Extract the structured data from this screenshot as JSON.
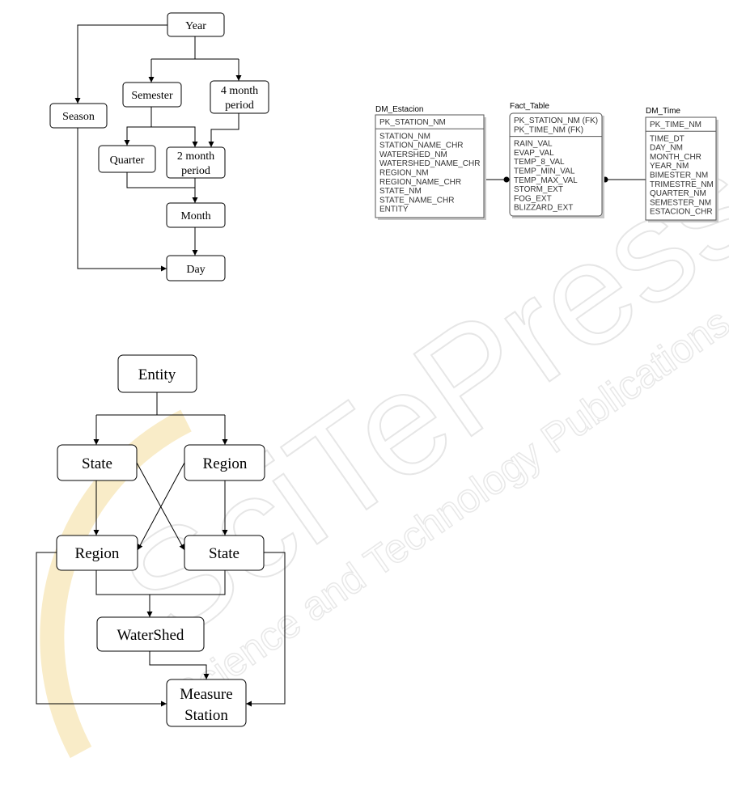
{
  "watermark": {
    "brand": "SciTePress",
    "tagline": "Science and Technology Publications",
    "ring_color": "#f5d98a"
  },
  "time_hierarchy": {
    "year": "Year",
    "season": "Season",
    "semester": "Semester",
    "four_month": [
      "4 month",
      "period"
    ],
    "quarter": "Quarter",
    "two_month": [
      "2 month",
      "period"
    ],
    "month": "Month",
    "day": "Day"
  },
  "er_diagram": {
    "tables": [
      {
        "id": "dm_estacion",
        "name": "DM_Estacion",
        "keys": [
          "PK_STATION_NM"
        ],
        "fields": [
          "STATION_NM",
          "STATION_NAME_CHR",
          "WATERSHED_NM",
          "WATERSHED_NAME_CHR",
          "REGION_NM",
          "REGION_NAME_CHR",
          "STATE_NM",
          "STATE_NAME_CHR",
          "ENTITY"
        ]
      },
      {
        "id": "fact_table",
        "name": "Fact_Table",
        "keys": [
          "PK_STATION_NM (FK)",
          "PK_TIME_NM (FK)"
        ],
        "fields": [
          "RAIN_VAL",
          "EVAP_VAL",
          "TEMP_8_VAL",
          "TEMP_MIN_VAL",
          "TEMP_MAX_VAL",
          "STORM_EXT",
          "FOG_EXT",
          "BLIZZARD_EXT"
        ]
      },
      {
        "id": "dm_time",
        "name": "DM_Time",
        "keys": [
          "PK_TIME_NM"
        ],
        "fields": [
          "TIME_DT",
          "DAY_NM",
          "MONTH_CHR",
          "YEAR_NM",
          "BIMESTER_NM",
          "TRIMESTRE_NM",
          "QUARTER_NM",
          "SEMESTER_NM",
          "ESTACION_CHR"
        ]
      }
    ]
  },
  "geo_hierarchy": {
    "entity": "Entity",
    "state_top": "State",
    "region_top": "Region",
    "region_bottom": "Region",
    "state_bottom": "State",
    "watershed": "WaterShed",
    "measure_station": [
      "Measure",
      "Station"
    ]
  }
}
